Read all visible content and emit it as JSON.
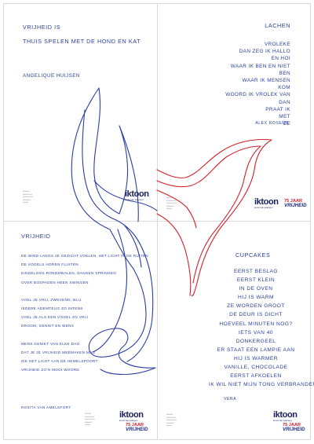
{
  "poems": {
    "top_left": {
      "title_line1": "Vrijheid is",
      "title_line2": "thuis spelen met de hond en kat",
      "author": "Angelique Huijsen"
    },
    "top_right": {
      "title": "Lachen",
      "lines": [
        "Vroleke",
        "dan zeg ik hallo",
        "en hoi",
        "waar ik ben en niet",
        "ben",
        "waar ik mensen",
        "kom",
        "woord ik vrolek van",
        "dan",
        "praat ik",
        "met",
        "ze"
      ],
      "author": "Alex Rosema"
    },
    "bottom_left": {
      "title": "Vrijheid",
      "stanza1": [
        "De wind langs je gezicht voelen, het licht in de ruiten",
        "De vogels horen fluiten",
        "Eindeloos ronddwalen, dansen springen",
        "Over bospaden heen swingen"
      ],
      "stanza2": [
        "Voel je vrij, zwevend, blij",
        "Iedere ademteug zo intens",
        "Voel je als een vogel zo vrij",
        "Droom, geniet en wens"
      ],
      "stanza3": [
        "Mens geniet van elke dag",
        "Dat je je vrijheid meemaken mag",
        "Zie het licht aan de hemelspoort",
        "Vrijheid zo'n mooi woord"
      ],
      "author": "Rosita van Amelsfort"
    },
    "bottom_right": {
      "title": "Cupcakes",
      "lines": [
        "Eerst beslag",
        "eerst klein",
        "in de oven",
        "hij is warm",
        "ze worden groot",
        "de deur is dicht",
        "hoeveel minuten nog?",
        "iets van 40",
        "donkergeel",
        "er staat een lampie aan",
        "hij is warmer",
        "vanille, chocolade",
        "eerst afkoelen",
        "ik wil niet mijn tong verbranden"
      ],
      "author": "Vera"
    }
  },
  "logos": {
    "iktoon": "iktoon",
    "iktoon_sub": "kunst van iedereen",
    "years": "75 JAAR",
    "vrijheid": "VRIJHEID"
  },
  "colors": {
    "blue": "#2c3ea0",
    "red": "#d4202c"
  }
}
